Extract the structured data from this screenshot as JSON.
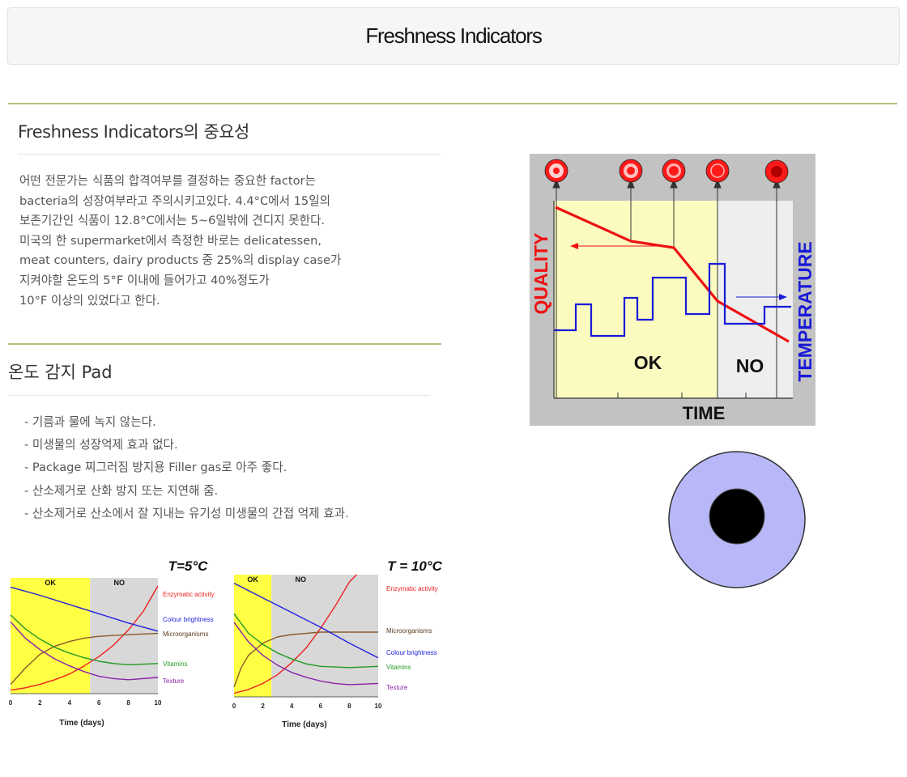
{
  "header": {
    "title": "Freshness Indicators"
  },
  "section1": {
    "title": "Freshness Indicators의 중요성",
    "lines": [
      "어떤 전문가는 식품의 합격여부를 결정하는 중요한 factor는",
      "bacteria의 성장여부라고 주의시키고있다. 4.4°C에서 15일의",
      "보존기간인 식품이 12.8°C에서는 5~6일밖에 견디지 못한다.",
      "미국의 한 supermarket에서 측정한 바로는 delicatessen,",
      "meat counters, dairy products 중 25%의 display case가",
      "지켜야할 온도의 5°F 이내에 들어가고 40%정도가",
      "10°F 이상의 있었다고 한다."
    ]
  },
  "section2": {
    "title": "온도 감지 Pad",
    "bullets": [
      "-  기름과 물에 녹지 않는다.",
      "-  미생물의 성장억제 효과 없다.",
      "-  Package 찌그러짐 방지용 Filler gas로 아주 좋다.",
      "-  산소제거로 산화 방지 또는 지연해 줌.",
      "-  산소제거로 산소에서 잘 지내는 유기성 미생물의 간접 억제 효과."
    ]
  },
  "indicator_diagram": {
    "quality_label": "QUALITY",
    "temperature_label": "TEMPERATURE",
    "time_label": "TIME",
    "ok_label": "OK",
    "no_label": "NO"
  },
  "colors": {
    "accent_line": "#b6c07a",
    "quality_red": "#ee1111",
    "temperature_blue": "#1a1ad8",
    "ok_zone": "#fbfbc0",
    "no_zone": "#eeeeee",
    "pad_ring": "#b8b8f8"
  },
  "chart_data": [
    {
      "type": "line",
      "title": "T=5°C",
      "xlabel": "Time (days)",
      "ylabel": "",
      "x_ticks": [
        "0",
        "2",
        "4",
        "6",
        "8",
        "10"
      ],
      "xlim": [
        0,
        10
      ],
      "ylim": [
        0,
        10
      ],
      "zones": [
        {
          "label": "OK",
          "from": 0,
          "to": 5.4
        },
        {
          "label": "NO",
          "from": 5.4,
          "to": 10
        }
      ],
      "series": [
        {
          "name": "Enzymatic activity",
          "color": "#ee2020",
          "x": [
            0,
            1,
            2,
            3,
            4,
            5,
            6,
            7,
            8,
            9,
            10
          ],
          "y": [
            0.3,
            0.5,
            0.8,
            1.2,
            1.7,
            2.4,
            3.2,
            4.2,
            5.5,
            7.1,
            9.3
          ]
        },
        {
          "name": "Colour brightness",
          "color": "#2222dd",
          "x": [
            0,
            2,
            4,
            6,
            8,
            10
          ],
          "y": [
            9.2,
            8.5,
            7.7,
            6.9,
            6.1,
            5.4
          ]
        },
        {
          "name": "Microorganisms",
          "color": "#8a5a2a",
          "x": [
            0,
            1,
            2,
            3,
            4,
            5,
            6,
            8,
            10
          ],
          "y": [
            0.8,
            2.2,
            3.4,
            4.1,
            4.5,
            4.8,
            4.95,
            5.1,
            5.2
          ]
        },
        {
          "name": "Vitamins",
          "color": "#229922",
          "x": [
            0,
            1,
            2,
            3,
            4,
            5,
            6,
            7,
            8,
            10
          ],
          "y": [
            6.8,
            5.6,
            4.7,
            4.0,
            3.5,
            3.1,
            2.8,
            2.6,
            2.5,
            2.6
          ]
        },
        {
          "name": "Texture",
          "color": "#8822aa",
          "x": [
            0,
            1,
            2,
            3,
            4,
            5,
            6,
            7,
            8,
            10
          ],
          "y": [
            6.2,
            4.8,
            3.8,
            3.0,
            2.4,
            1.9,
            1.5,
            1.3,
            1.2,
            1.4
          ]
        }
      ]
    },
    {
      "type": "line",
      "title": "T = 10°C",
      "xlabel": "Time (days)",
      "ylabel": "",
      "x_ticks": [
        "0",
        "2",
        "4",
        "6",
        "8",
        "10"
      ],
      "xlim": [
        0,
        10
      ],
      "ylim": [
        0,
        10
      ],
      "zones": [
        {
          "label": "OK",
          "from": 0,
          "to": 2.6
        },
        {
          "label": "NO",
          "from": 2.6,
          "to": 10
        }
      ],
      "series": [
        {
          "name": "Enzymatic activity",
          "color": "#ee2020",
          "x": [
            0,
            1,
            2,
            3,
            4,
            5,
            6,
            7,
            8,
            8.5
          ],
          "y": [
            0.3,
            0.6,
            1.1,
            1.8,
            2.8,
            4.0,
            5.6,
            7.4,
            9.4,
            10
          ]
        },
        {
          "name": "Microorganisms",
          "color": "#8a5a2a",
          "x": [
            0,
            0.5,
            1,
            2,
            3,
            4,
            6,
            8,
            10
          ],
          "y": [
            0.8,
            2.4,
            3.4,
            4.4,
            4.9,
            5.1,
            5.3,
            5.3,
            5.3
          ]
        },
        {
          "name": "Colour brightness",
          "color": "#2222dd",
          "x": [
            0,
            2,
            4,
            6,
            8,
            10
          ],
          "y": [
            9.3,
            8.1,
            6.9,
            5.7,
            4.4,
            3.2
          ]
        },
        {
          "name": "Vitamins",
          "color": "#229922",
          "x": [
            0,
            1,
            2,
            3,
            4,
            5,
            6,
            8,
            10
          ],
          "y": [
            6.8,
            5.2,
            4.3,
            3.6,
            3.1,
            2.7,
            2.5,
            2.4,
            2.5
          ]
        },
        {
          "name": "Texture",
          "color": "#8822aa",
          "x": [
            0,
            1,
            2,
            3,
            4,
            5,
            6,
            7,
            8,
            10
          ],
          "y": [
            6.1,
            4.5,
            3.4,
            2.6,
            2.0,
            1.6,
            1.3,
            1.1,
            1.0,
            1.1
          ]
        }
      ]
    }
  ]
}
